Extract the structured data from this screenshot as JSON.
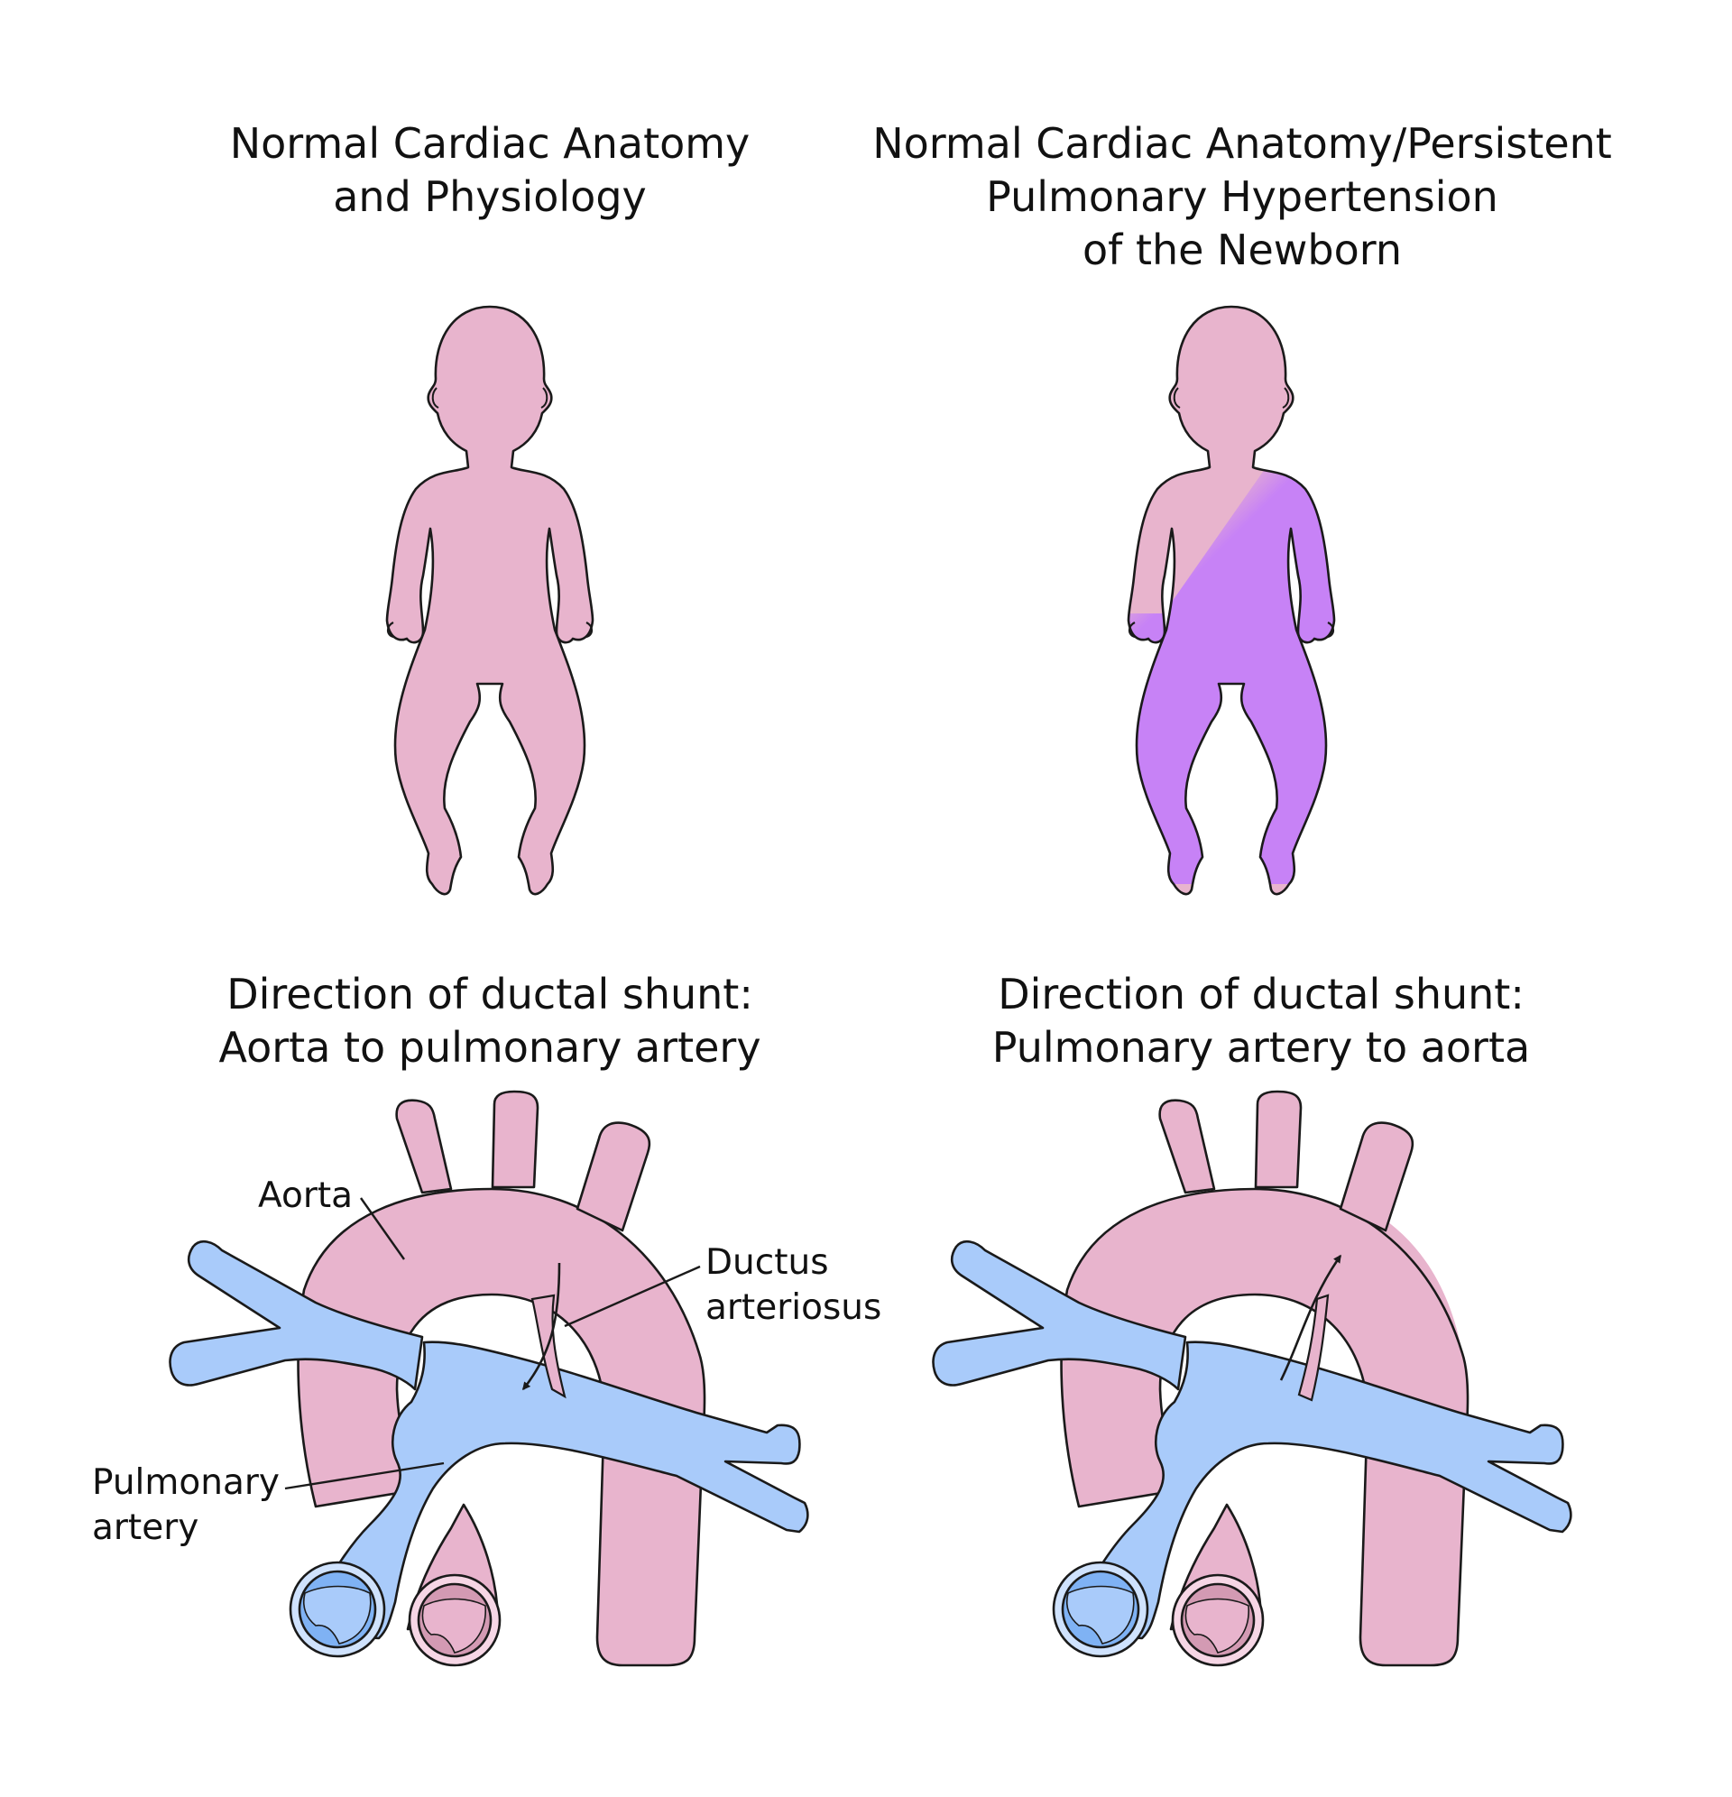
{
  "colors": {
    "pink": "#e8b4cd",
    "pink_dark": "#d39ab3",
    "blue": "#a9cbfa",
    "blue_dark": "#7fb2f4",
    "purple": "#c782f6",
    "outline": "#1a1a1a"
  },
  "panels": {
    "top_left": {
      "title": [
        "Normal Cardiac Anatomy",
        "and Physiology"
      ]
    },
    "top_right": {
      "title": [
        "Normal Cardiac Anatomy/Persistent",
        "Pulmonary Hypertension",
        "of the Newborn"
      ]
    },
    "bottom_left": {
      "title": [
        "Direction of ductal shunt:",
        "Aorta to pulmonary artery"
      ],
      "labels": {
        "aorta": "Aorta",
        "ductus": [
          "Ductus",
          "arteriosus"
        ],
        "pulmonary": [
          "Pulmonary",
          "artery"
        ]
      }
    },
    "bottom_right": {
      "title": [
        "Direction of ductal shunt:",
        "Pulmonary artery to aorta"
      ]
    }
  },
  "icons": {
    "infant_normal": "infant-silhouette-pink",
    "infant_cyanotic": "infant-silhouette-lower-body-cyanotic",
    "heart_normal_shunt": "aortic-arch-left-to-right-ductal-shunt",
    "heart_reversed_shunt": "aortic-arch-right-to-left-ductal-shunt"
  }
}
